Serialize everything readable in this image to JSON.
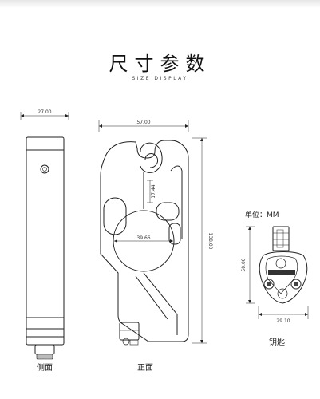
{
  "header": {
    "title": "尺寸参数",
    "subtitle": "SIZE DISPLAY"
  },
  "side_view": {
    "caption": "侧面",
    "width_dim": "27.00"
  },
  "front_view": {
    "caption": "正面",
    "width_dim": "57.00",
    "height_dim": "138.00",
    "hole_diameter_dim": "39.66",
    "slot_dim": "17.44"
  },
  "key_view": {
    "caption": "钥匙",
    "height_dim": "50.00",
    "width_dim": "29.10",
    "unit_label": "单位：MM"
  }
}
